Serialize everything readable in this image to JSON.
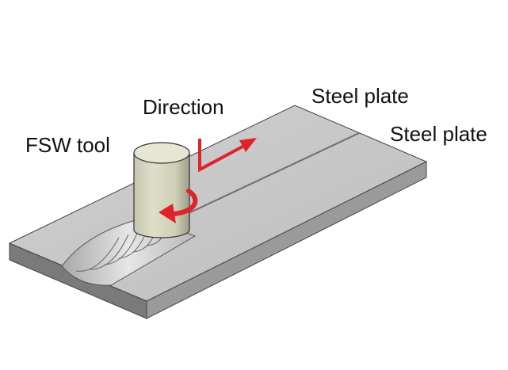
{
  "labels": {
    "fsw_tool": "FSW tool",
    "direction": "Direction",
    "steel_plate_back": "Steel plate",
    "steel_plate_front": "Steel plate"
  },
  "colors": {
    "plate_top": "#c6c6c6",
    "plate_front": "#7a7a7a",
    "plate_side": "#9a9a9a",
    "seam": "#6e6e6e",
    "weld_bead": "#d8d8d8",
    "tool_body": "#d8d8c2",
    "tool_top": "#e6e6d2",
    "tool_shade": "#a7a792",
    "arrow": "#e0222a",
    "text": "#111111"
  },
  "icons": {
    "rotation": "curved-arrow-icon",
    "travel": "direction-arrow-icon"
  }
}
